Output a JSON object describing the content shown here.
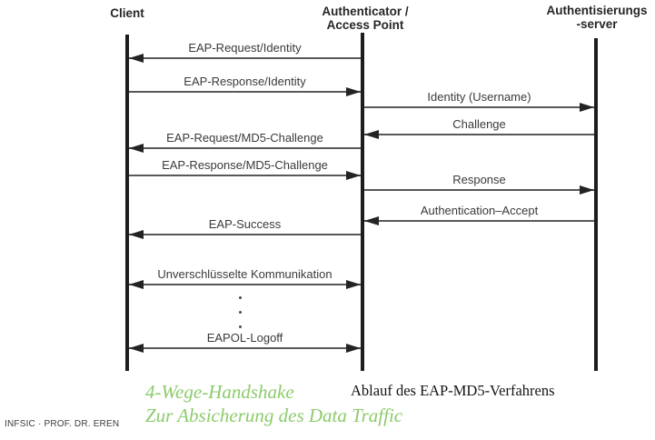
{
  "diagram": {
    "actors": [
      {
        "id": "client",
        "lines": [
          "Client"
        ]
      },
      {
        "id": "authenticator",
        "lines": [
          "Authenticator /",
          "Access Point"
        ]
      },
      {
        "id": "server",
        "lines": [
          "Authentisierungs",
          "-server"
        ]
      }
    ],
    "messages": [
      {
        "label": "EAP-Request/Identity",
        "from": "authenticator",
        "to": "client",
        "bidirectional": false
      },
      {
        "label": "EAP-Response/Identity",
        "from": "client",
        "to": "authenticator",
        "bidirectional": false
      },
      {
        "label": "Identity (Username)",
        "from": "authenticator",
        "to": "server",
        "bidirectional": false
      },
      {
        "label": "Challenge",
        "from": "server",
        "to": "authenticator",
        "bidirectional": false
      },
      {
        "label": "EAP-Request/MD5-Challenge",
        "from": "authenticator",
        "to": "client",
        "bidirectional": false
      },
      {
        "label": "EAP-Response/MD5-Challenge",
        "from": "client",
        "to": "authenticator",
        "bidirectional": false
      },
      {
        "label": "Response",
        "from": "authenticator",
        "to": "server",
        "bidirectional": false
      },
      {
        "label": "Authentication–Accept",
        "from": "server",
        "to": "authenticator",
        "bidirectional": false
      },
      {
        "label": "EAP-Success",
        "from": "authenticator",
        "to": "client",
        "bidirectional": false
      },
      {
        "label": "Unverschlüsselte Kommunikation",
        "from": "client",
        "to": "authenticator",
        "bidirectional": true
      },
      {
        "label": "EAPOL-Logoff",
        "from": "client",
        "to": "authenticator",
        "bidirectional": true
      }
    ],
    "continuation_dots_count": 3
  },
  "captions": {
    "handshake_line1": "4-Wege-Handshake",
    "handshake_line2": "Zur Absicherung des Data Traffic",
    "diagram_title": "Ablauf des EAP-MD5-Verfahrens"
  },
  "footer": {
    "text": "INFSIC · PROF. DR. EREN"
  },
  "colors": {
    "accent_green": "#8ccb6b",
    "message_line": "#58585a",
    "lifeline": "#1d1d1d"
  }
}
